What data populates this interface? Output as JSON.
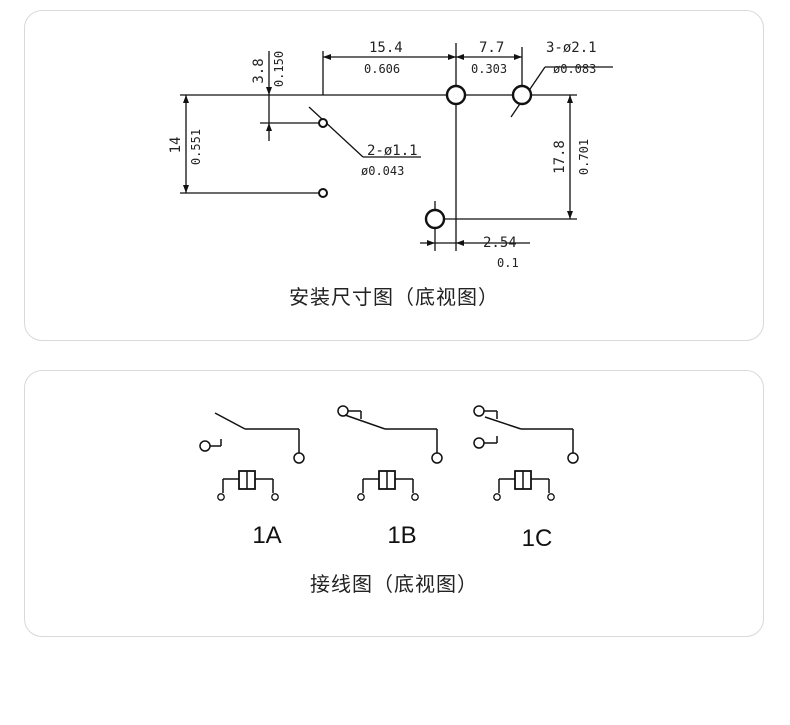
{
  "dimension_panel": {
    "caption": "安装尺寸图（底视图）",
    "labels": {
      "d_15_4": "15.4",
      "d_0_606": "0.606",
      "d_7_7": "7.7",
      "d_0_303": "0.303",
      "d_3_8": "3.8",
      "d_0_150": "0.150",
      "d_14": "14",
      "d_0_551": "0.551",
      "d_17_8": "17.8",
      "d_0_701": "0.701",
      "d_2_54": "2.54",
      "d_0_1": "0.1",
      "hole_small_mm": "2-ø1.1",
      "hole_small_in": "ø0.043",
      "hole_large_mm": "3-ø2.1",
      "hole_large_in": "ø0.083"
    }
  },
  "wiring_panel": {
    "caption": "接线图（底视图）",
    "types": [
      "1A",
      "1B",
      "1C"
    ]
  }
}
